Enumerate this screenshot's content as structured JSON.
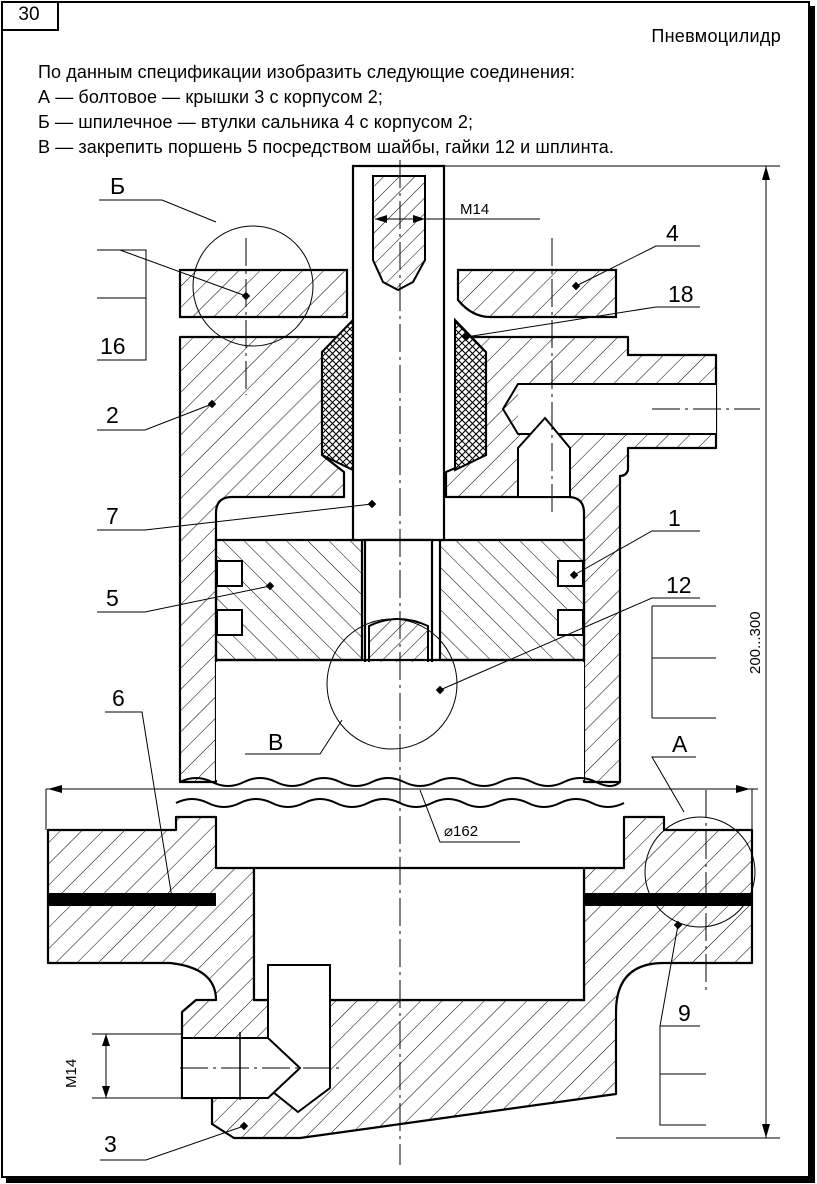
{
  "sheet_number": "30",
  "title": "Пневмоцилидр",
  "task": {
    "intro": "По данным спецификации изобразить следующие соединения:",
    "line_a": "А  — болтовое  — крышки 3 с корпусом 2;",
    "line_b": "Б —  шпилечное —  втулки сальника 4 с корпусом 2;",
    "line_c": "В  — закрепить поршень 5 посредством шайбы, гайки 12 и шплинта."
  },
  "drawing": {
    "thread_top": "M14",
    "thread_bottom": "M14",
    "diameter": "⌀162",
    "height_range": "200...300",
    "callouts": {
      "b": "Б",
      "a": "А",
      "v": "В",
      "p16": "16",
      "p2": "2",
      "p7": "7",
      "p5": "5",
      "p6": "6",
      "p3": "3",
      "p4": "4",
      "p18": "18",
      "p1": "1",
      "p12": "12",
      "p9": "9"
    }
  }
}
